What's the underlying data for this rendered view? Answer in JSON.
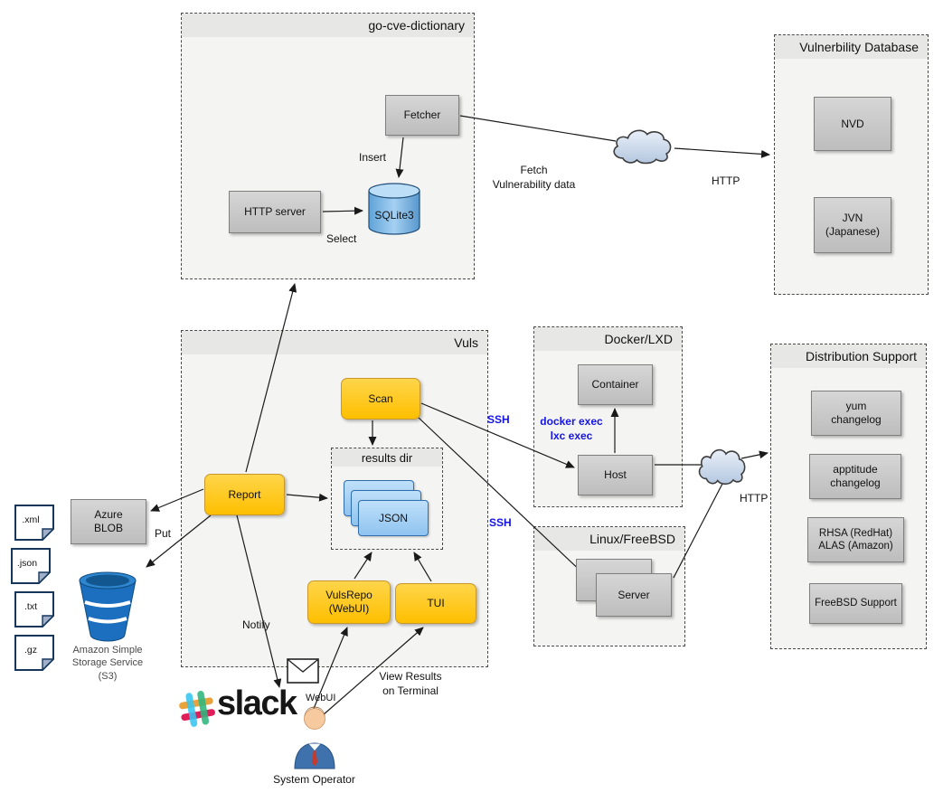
{
  "diagram": {
    "containers": {
      "go_cve_dictionary": {
        "title": "go-cve-dictionary"
      },
      "vulnerability_database": {
        "title": "Vulnerbility Database"
      },
      "vuls": {
        "title": "Vuls"
      },
      "docker_lxd": {
        "title": "Docker/LXD"
      },
      "linux_freebsd": {
        "title": "Linux/FreeBSD"
      },
      "distribution_support": {
        "title": "Distribution Support"
      },
      "results_dir": {
        "title": "results dir"
      }
    },
    "nodes": {
      "fetcher": {
        "label": "Fetcher"
      },
      "http_server": {
        "label": "HTTP server"
      },
      "sqlite3": {
        "label": "SQLite3"
      },
      "nvd": {
        "label": "NVD"
      },
      "jvn": {
        "label": "JVN\n(Japanese)"
      },
      "scan": {
        "label": "Scan"
      },
      "report": {
        "label": "Report"
      },
      "json": {
        "label": "JSON"
      },
      "vulsrepo": {
        "label": "VulsRepo\n(WebUI)"
      },
      "tui": {
        "label": "TUI"
      },
      "container": {
        "label": "Container"
      },
      "host": {
        "label": "Host"
      },
      "server": {
        "label": "Server"
      },
      "yum_changelog": {
        "label": "yum\nchangelog"
      },
      "apptitude_changelog": {
        "label": "apptitude\nchangelog"
      },
      "rhsa_alas": {
        "label": "RHSA (RedHat)\nALAS (Amazon)"
      },
      "freebsd_support": {
        "label": "FreeBSD Support"
      },
      "azure_blob": {
        "label": "Azure\nBLOB"
      }
    },
    "file_icons": [
      {
        "label": ".xml"
      },
      {
        "label": ".json"
      },
      {
        "label": ".txt"
      },
      {
        "label": ".gz"
      }
    ],
    "edge_labels": {
      "insert": "Insert",
      "select": "Select",
      "fetch_vulnerability_data": "Fetch\nVulnerability data",
      "http_fetch": "HTTP",
      "http_changelog": "HTTP",
      "ssh_host": "SSH",
      "ssh_server": "SSH",
      "docker_exec": "docker exec\nlxc exec",
      "put": "Put",
      "notify": "Notify",
      "webui": "WebUI",
      "view_results": "View Results\non Terminal"
    },
    "captions": {
      "s3": "Amazon Simple\nStorage Service\n(S3)",
      "system_operator": "System Operator",
      "slack_wordmark": "slack"
    },
    "colors": {
      "node_gray": "#c9c9c9",
      "node_yellow": "#ffc800",
      "json_blue": "#a9d3f5",
      "edge_label_blue": "#1414e6",
      "s3_blue": "#1c6fbe",
      "container_bg": "#f4f4f2"
    }
  }
}
